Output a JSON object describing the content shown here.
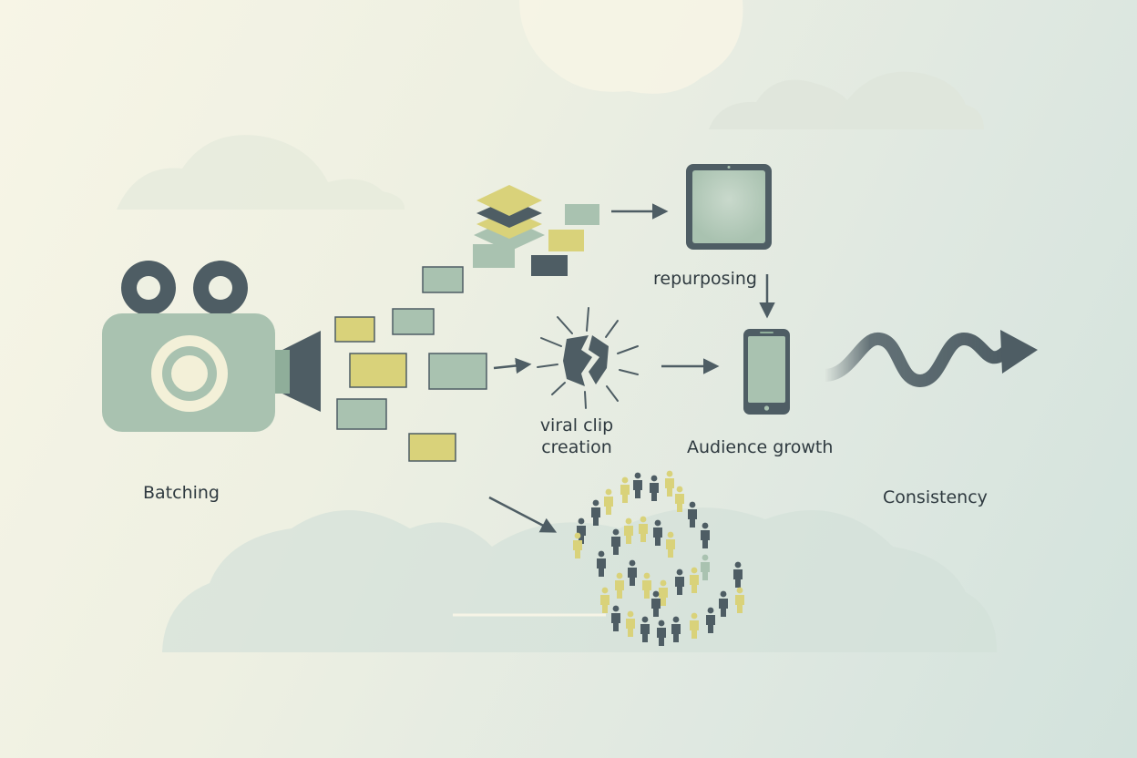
{
  "labels": {
    "batching": "Batching",
    "repurposing": "repurposing",
    "viral_clip_line1": "viral clip",
    "viral_clip_line2": "creation",
    "audience_growth": "Audience growth",
    "consistency": "Consistency"
  },
  "colors": {
    "slate": "#4e5d64",
    "sage": "#a9c2b0",
    "sage_dark": "#8fae9a",
    "yellow": "#d9d27a",
    "cream": "#f3f0d8",
    "cloud": "#cfdcd2"
  },
  "icons": {
    "camera": "video-camera-icon",
    "layers": "layers-stack-icon",
    "tablet": "tablet-icon",
    "smartphone": "smartphone-icon",
    "burst": "broken-clip-burst-icon",
    "people": "people-crowd-icon",
    "wave": "wave-arrow-icon"
  }
}
